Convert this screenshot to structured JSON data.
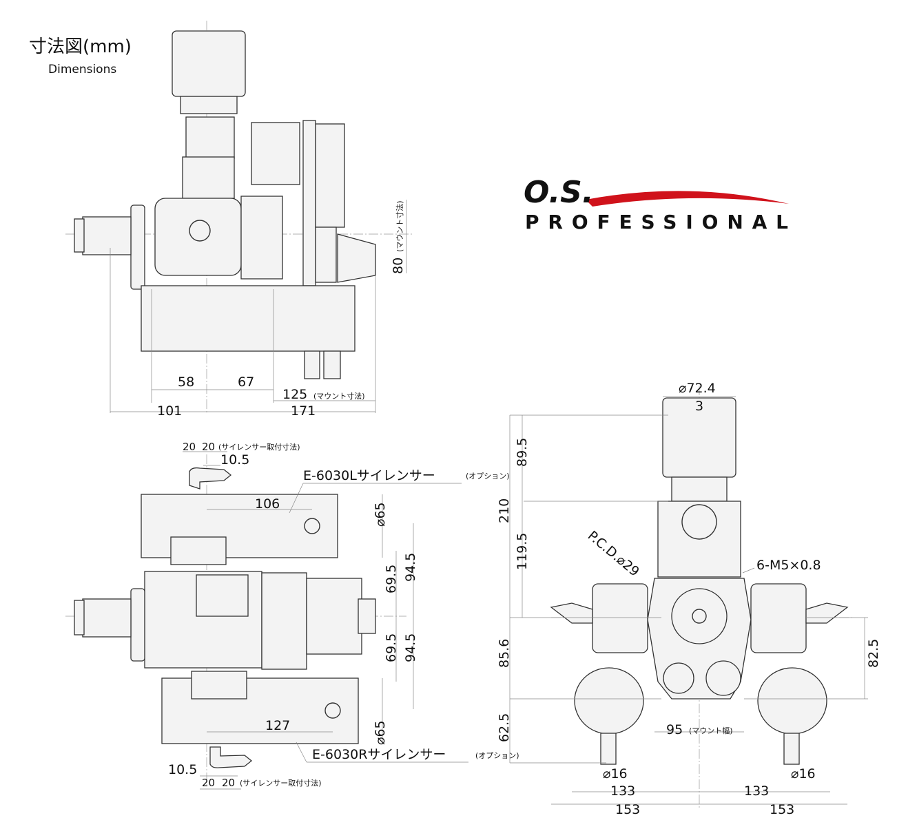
{
  "header": {
    "title": "寸法図(mm)",
    "subtitle": "Dimensions"
  },
  "logo": {
    "brand": "O.S.",
    "line": "PROFESSIONAL",
    "accent_color": "#d0121b"
  },
  "side_view": {
    "d58": "58",
    "d67": "67",
    "d125": "125",
    "d125_note": "(マウント寸法)",
    "d101": "101",
    "d171": "171",
    "d80": "80",
    "d80_note": "(マウント寸法)"
  },
  "top_view": {
    "upper_20a": "20",
    "upper_20b": "20",
    "upper_note": "(サイレンサー取付寸法)",
    "upper_10_5": "10.5",
    "silencer_l": "E-6030Lサイレンサー",
    "silencer_l_note": "(オプション)",
    "d106": "106",
    "dia65_upper": "⌀65",
    "d69_5_upper": "69.5",
    "d94_5_upper": "94.5",
    "d69_5_lower": "69.5",
    "d94_5_lower": "94.5",
    "d127": "127",
    "dia65_lower": "⌀65",
    "silencer_r": "E-6030Rサイレンサー",
    "silencer_r_note": "(オプション)",
    "lower_10_5": "10.5",
    "lower_20a": "20",
    "lower_20b": "20",
    "lower_note": "(サイレンサー取付寸法)"
  },
  "front_view": {
    "dia72_4": "⌀72.4",
    "d3": "3",
    "d210": "210",
    "d89_5": "89.5",
    "d119_5": "119.5",
    "pcd": "P.C.D.⌀29",
    "bolts": "6-M5×0.8",
    "d85_6": "85.6",
    "d82_5": "82.5",
    "d62_5": "62.5",
    "d95": "95",
    "d95_note": "(マウント幅)",
    "dia16_left": "⌀16",
    "dia16_right": "⌀16",
    "d133_left": "133",
    "d133_right": "133",
    "d153_left": "153",
    "d153_right": "153"
  }
}
